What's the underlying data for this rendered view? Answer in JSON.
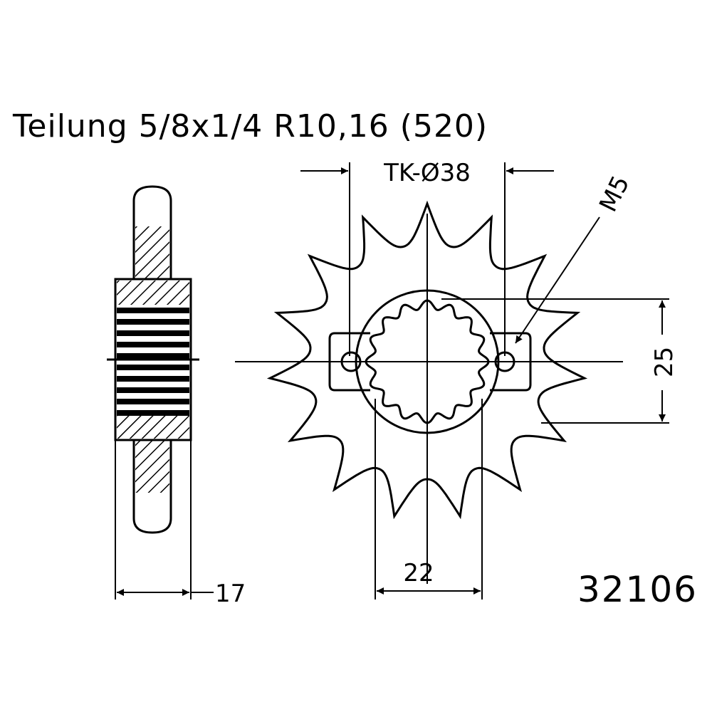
{
  "title": "Teilung 5/8x1/4 R10,16 (520)",
  "dimensions": {
    "bolt_circle": "TK-Ø38",
    "thread": "M5",
    "spline_height": "25",
    "hub_width": "22",
    "thickness": "17"
  },
  "part_number": "32106",
  "sprocket": {
    "teeth": 15,
    "bolt_holes": 2
  }
}
